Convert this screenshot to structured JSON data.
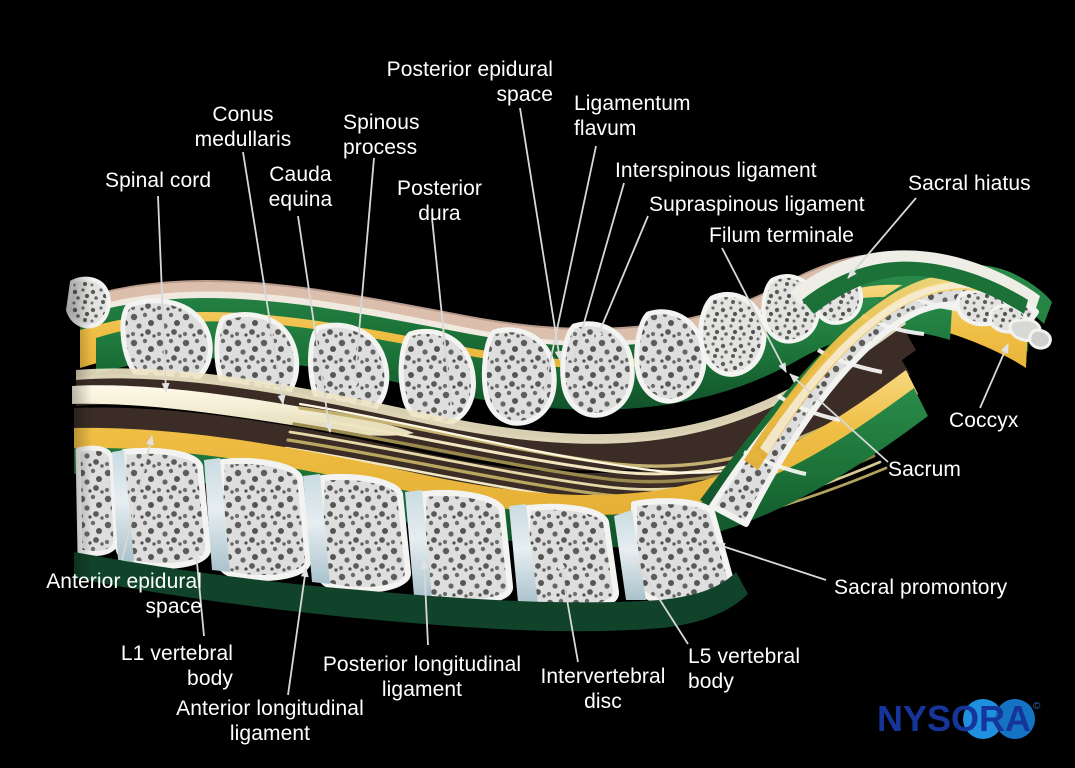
{
  "figure": {
    "title": "Sagittal cross-section of the lumbosacral spine",
    "background_color": "#000000",
    "label_color": "#ffffff",
    "leader_line_color": "#d8d8d8"
  },
  "palette": {
    "bone_cortex": "#e8e8e6",
    "bone_marrow_light": "#d9d9d6",
    "bone_speckle": "#5a5a58",
    "ligamentum_flavum": "#efc04a",
    "ligamentum_flavum_light": "#f7d884",
    "paraspinal_green": "#1f7a3f",
    "paraspinal_green_dark": "#14522a",
    "alligament_dark_green": "#11422a",
    "dura_dark": "#3b2c26",
    "spinal_cord_cream": "#f4efd8",
    "cauda_equina": "#b2a15a",
    "disc_blue": "#b8cdd6",
    "supraspinous_white": "#efeee6",
    "skin_edge": "#d9b8a8",
    "logo_blue_dark": "#1b3fa0",
    "logo_blue_light": "#2196f3"
  },
  "labels": [
    {
      "id": "spinal-cord",
      "text": "Spinal cord",
      "align": "left"
    },
    {
      "id": "conus-medullaris",
      "text": "Conus\nmedullaris",
      "align": "center"
    },
    {
      "id": "cauda-equina",
      "text": "Cauda\nequina",
      "align": "center"
    },
    {
      "id": "spinous-process",
      "text": "Spinous\nprocess",
      "align": "left"
    },
    {
      "id": "posterior-dura",
      "text": "Posterior\ndura",
      "align": "center"
    },
    {
      "id": "posterior-epidural-space",
      "text": "Posterior epidural\nspace",
      "align": "right"
    },
    {
      "id": "ligamentum-flavum",
      "text": "Ligamentum\nflavum",
      "align": "left"
    },
    {
      "id": "interspinous-ligament",
      "text": "Interspinous ligament",
      "align": "left"
    },
    {
      "id": "supraspinous-ligament",
      "text": "Supraspinous ligament",
      "align": "left"
    },
    {
      "id": "filum-terminale",
      "text": "Filum terminale",
      "align": "left"
    },
    {
      "id": "sacral-hiatus",
      "text": "Sacral hiatus",
      "align": "left"
    },
    {
      "id": "coccyx",
      "text": "Coccyx",
      "align": "left"
    },
    {
      "id": "sacrum",
      "text": "Sacrum",
      "align": "left"
    },
    {
      "id": "sacral-promontory",
      "text": "Sacral promontory",
      "align": "left"
    },
    {
      "id": "l5-vertebral-body",
      "text": "L5 vertebral\nbody",
      "align": "left"
    },
    {
      "id": "intervertebral-disc",
      "text": "Intervertebral\ndisc",
      "align": "center"
    },
    {
      "id": "posterior-longitudinal-ligament",
      "text": "Posterior longitudinal\nligament",
      "align": "center"
    },
    {
      "id": "anterior-longitudinal-ligament",
      "text": "Anterior longitudinal\nligament",
      "align": "center"
    },
    {
      "id": "l1-vertebral-body",
      "text": "L1 vertebral\nbody",
      "align": "right"
    },
    {
      "id": "anterior-epidural-space",
      "text": "Anterior epidural\nspace",
      "align": "right"
    }
  ],
  "logo": {
    "wordmark": "NYSORA",
    "letters": [
      "N",
      "Y",
      "S",
      "O",
      "R",
      "A"
    ],
    "trademark": "©"
  }
}
